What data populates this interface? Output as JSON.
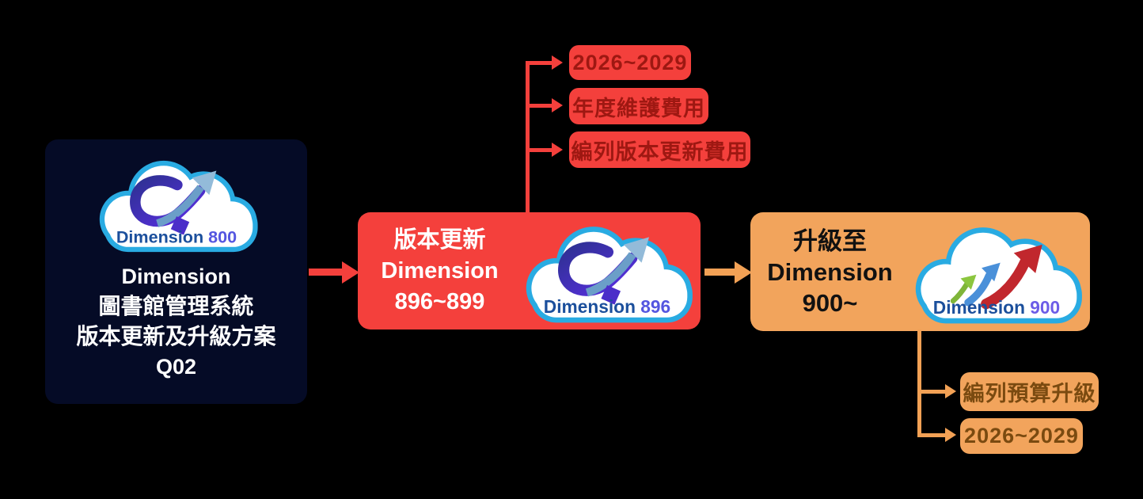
{
  "title_box": {
    "logo": {
      "name": "Dimension",
      "version": "800"
    },
    "lines": [
      "Dimension",
      "圖書館管理系統",
      "版本更新及升級方案",
      "Q02"
    ]
  },
  "update_box": {
    "lines": [
      "版本更新",
      "Dimension",
      "896~899"
    ],
    "logo": {
      "name": "Dimension",
      "version": "896"
    }
  },
  "upgrade_box": {
    "lines": [
      "升級至",
      "Dimension",
      "900~"
    ],
    "logo": {
      "name": "Dimension",
      "version": "900"
    }
  },
  "update_notes": [
    "2026~2029",
    "年度維護費用",
    "編列版本更新費用"
  ],
  "upgrade_notes": [
    "編列預算升級",
    "2026~2029"
  ],
  "colors": {
    "background": "#000000",
    "navy_box": "#050b26",
    "red_box": "#f4403c",
    "orange_box": "#f2a45c",
    "orange_arrow": "#f2a155",
    "note_text_red": "#9e1812",
    "note_text_brown": "#7a4a10",
    "cloud_border_blue": "#29abe2",
    "logo_text_blue": "#1b4f9c",
    "logo_version_purple": "#5456e0"
  }
}
